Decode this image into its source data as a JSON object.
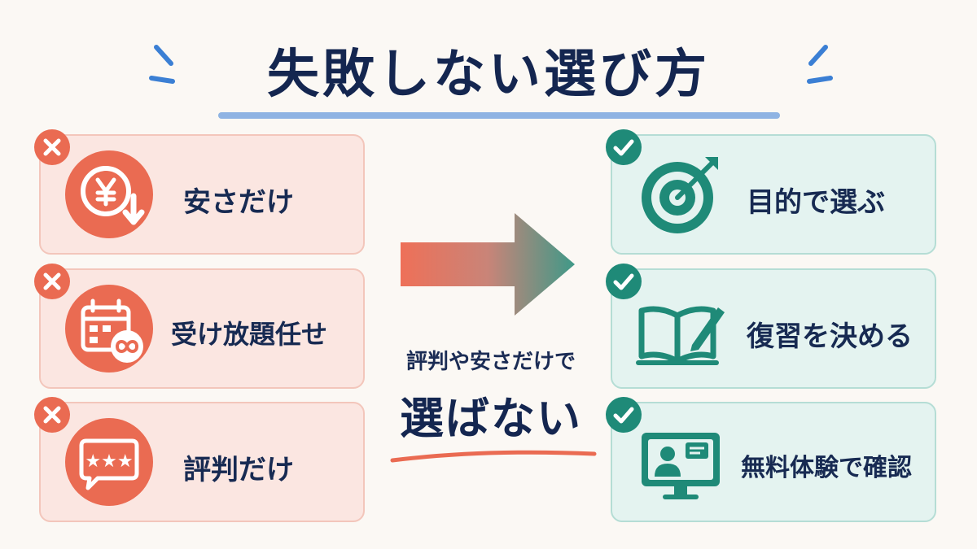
{
  "title": "失敗しない選び方",
  "bad_items": [
    {
      "label": "安さだけ",
      "icon": "yen-coin-down-icon"
    },
    {
      "label": "受け放題任せ",
      "icon": "calendar-infinity-icon"
    },
    {
      "label": "評判だけ",
      "icon": "review-stars-bubble-icon"
    }
  ],
  "good_items": [
    {
      "label": "目的で選ぶ",
      "icon": "target-arrow-icon"
    },
    {
      "label": "復習を決める",
      "icon": "book-pencil-icon"
    },
    {
      "label": "無料体験で確認",
      "icon": "monitor-video-call-icon"
    }
  ],
  "center": {
    "line1": "評判や安さだけで",
    "line2": "選ばない"
  },
  "colors": {
    "bad": "#ea6b52",
    "good": "#1f8a78",
    "navy": "#142650",
    "underline": "#8fb4e3"
  }
}
